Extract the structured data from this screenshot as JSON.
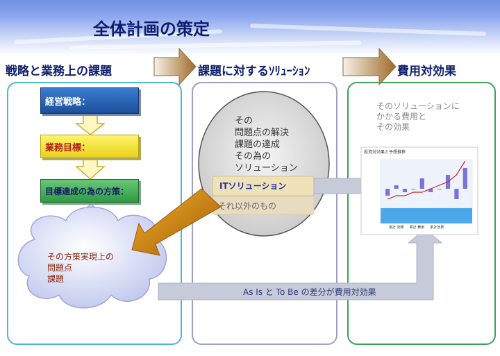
{
  "title": "全体計画の策定",
  "headers": {
    "strategy": "戦略と業務上の課題",
    "solution": "課題に対するｿﾘｭｰｼｮﾝ",
    "cost_effect": "費用対効果"
  },
  "left_panel": {
    "box1": "経営戦略：",
    "box2": "業務目標：",
    "box3": "目標達成の為の方策：",
    "cloud_lines": [
      "その方策実現上の",
      "問題点",
      "課題"
    ]
  },
  "middle_panel": {
    "oval_lines": [
      "その",
      "問題点の解決",
      "課題の達成",
      "その為の",
      "ソリューション"
    ],
    "it_solution": "ITソリューション",
    "other": "それ以外のもの"
  },
  "right_panel": {
    "text_lines": [
      "そのソリューションに",
      "かかる費用と",
      "その効果"
    ],
    "mini_chart": {
      "title": "投資対効果と予想推移",
      "bar_values": [
        -2,
        1,
        -1,
        0,
        3,
        -1,
        0,
        4,
        -3,
        6
      ],
      "line_values": [
        -3,
        -2,
        -2,
        -1,
        -1,
        0,
        1,
        2,
        4,
        8
      ],
      "colors": {
        "bar": "#7a74d9",
        "line": "#d02020",
        "base": "#4aa8e8"
      },
      "legend": [
        "累計 効果",
        "累計 費用",
        "累計効果"
      ]
    }
  },
  "bottom_arrow": "As Is と To Be の差分が費用対効果",
  "colors": {
    "navy": "#0d1e6e",
    "box1": "#1f5ca8",
    "box2": "#f2e21a",
    "box3": "#36a84a",
    "left_border": "#4fb6d9",
    "mid_border": "#9fa0c4",
    "right_border": "#3aa25a"
  }
}
